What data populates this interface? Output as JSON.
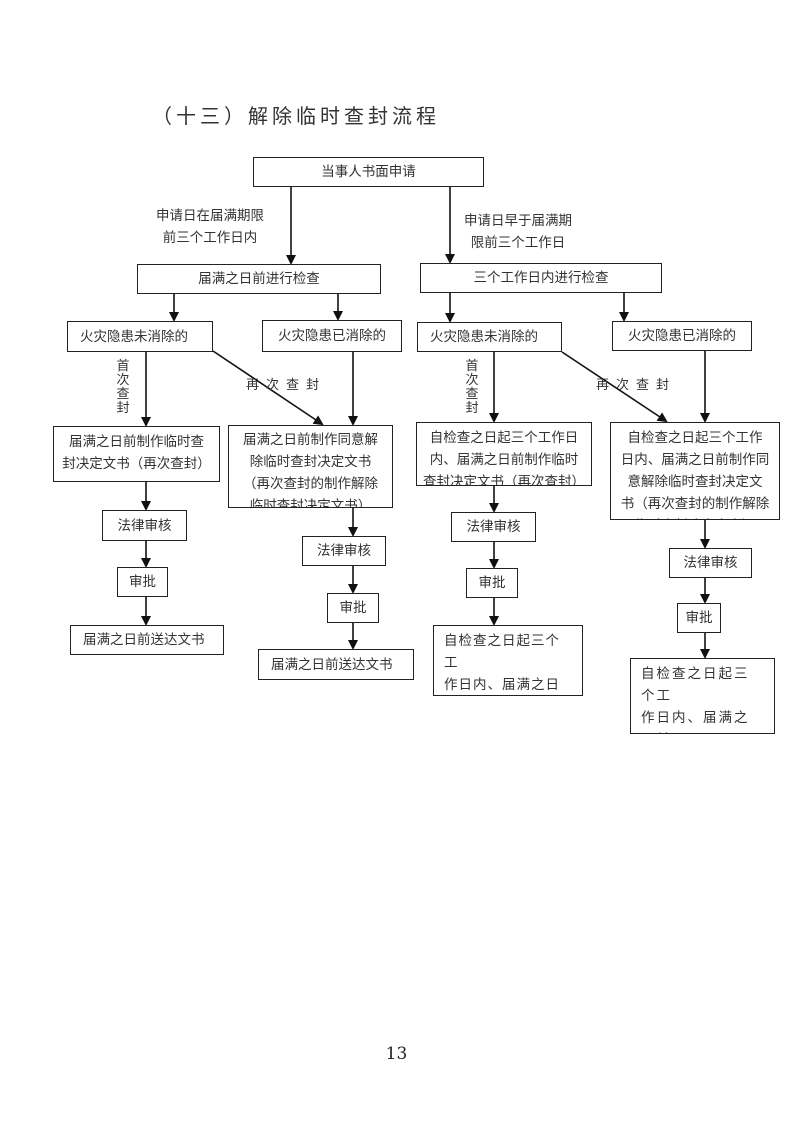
{
  "document": {
    "title": "（十三）解除临时查封流程",
    "page_number": "13"
  },
  "flow": {
    "start": "当事人书面申请",
    "branch_labels": {
      "left": "申请日在届满期限\n前三个工作日内",
      "right": "申请日早于届满期\n限前三个工作日"
    },
    "left": {
      "check": "届满之日前进行检查",
      "not_eliminated": "火灾隐患未消除的",
      "eliminated": "火灾隐患已消除的",
      "first_seal_label": "首次查封",
      "reseal_label": "再次查封",
      "doc_seal": "届满之日前制作临时查\n封决定文书（再次查封）",
      "doc_release": "届满之日前制作同意解\n除临时查封决定文书\n（再次查封的制作解除\n临时查封决定文书）",
      "legal_review": "法律审核",
      "approval": "审批",
      "deliver": "届满之日前送达文书"
    },
    "right": {
      "check": "三个工作日内进行检查",
      "not_eliminated": "火灾隐患未消除的",
      "eliminated": "火灾隐患已消除的",
      "first_seal_label": "首次查封",
      "reseal_label": "再次查封",
      "doc_seal": "自检查之日起三个工作日\n内、届满之日前制作临时\n查封决定文书（再次查封）",
      "doc_release": "自检查之日起三个工作\n日内、届满之日前制作同\n意解除临时查封决定文\n书（再次查封的制作解除\n临时查封决定文书）",
      "legal_review": "法律审核",
      "approval": "审批",
      "deliver": "自检查之日起三个工\n作日内、届满之日前\n送达文书"
    }
  }
}
